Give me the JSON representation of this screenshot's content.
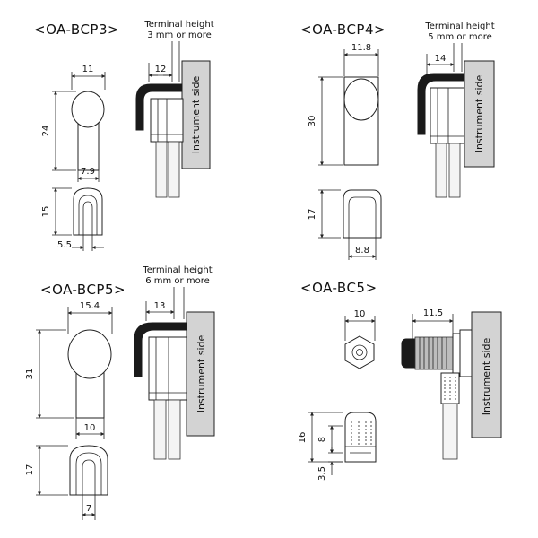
{
  "models": [
    {
      "title": "<OA-BCP3>",
      "terminal_note": [
        "Terminal height",
        "3 mm or more"
      ],
      "dims": {
        "width": "11",
        "height": "24",
        "neck": "7.9",
        "end_height": "15",
        "end_inner": "5.5",
        "offset": "12"
      },
      "panel_label": "Instrument side"
    },
    {
      "title": "<OA-BCP4>",
      "terminal_note": [
        "Terminal height",
        "5 mm or more"
      ],
      "dims": {
        "width": "11.8",
        "height": "30",
        "end_height": "17",
        "end_width": "8.8",
        "offset": "14"
      },
      "panel_label": "Instrument side"
    },
    {
      "title": "<OA-BCP5>",
      "terminal_note": [
        "Terminal height",
        "6 mm or more"
      ],
      "dims": {
        "width": "15.4",
        "height": "31",
        "neck": "10",
        "end_height": "17",
        "end_inner": "7",
        "offset": "13"
      },
      "panel_label": "Instrument side"
    },
    {
      "title": "<OA-BC5>",
      "dims": {
        "width": "10",
        "total_height": "16",
        "cap_height": "8",
        "base_height": "3.5",
        "offset": "11.5"
      },
      "panel_label": "Instrument side"
    }
  ]
}
